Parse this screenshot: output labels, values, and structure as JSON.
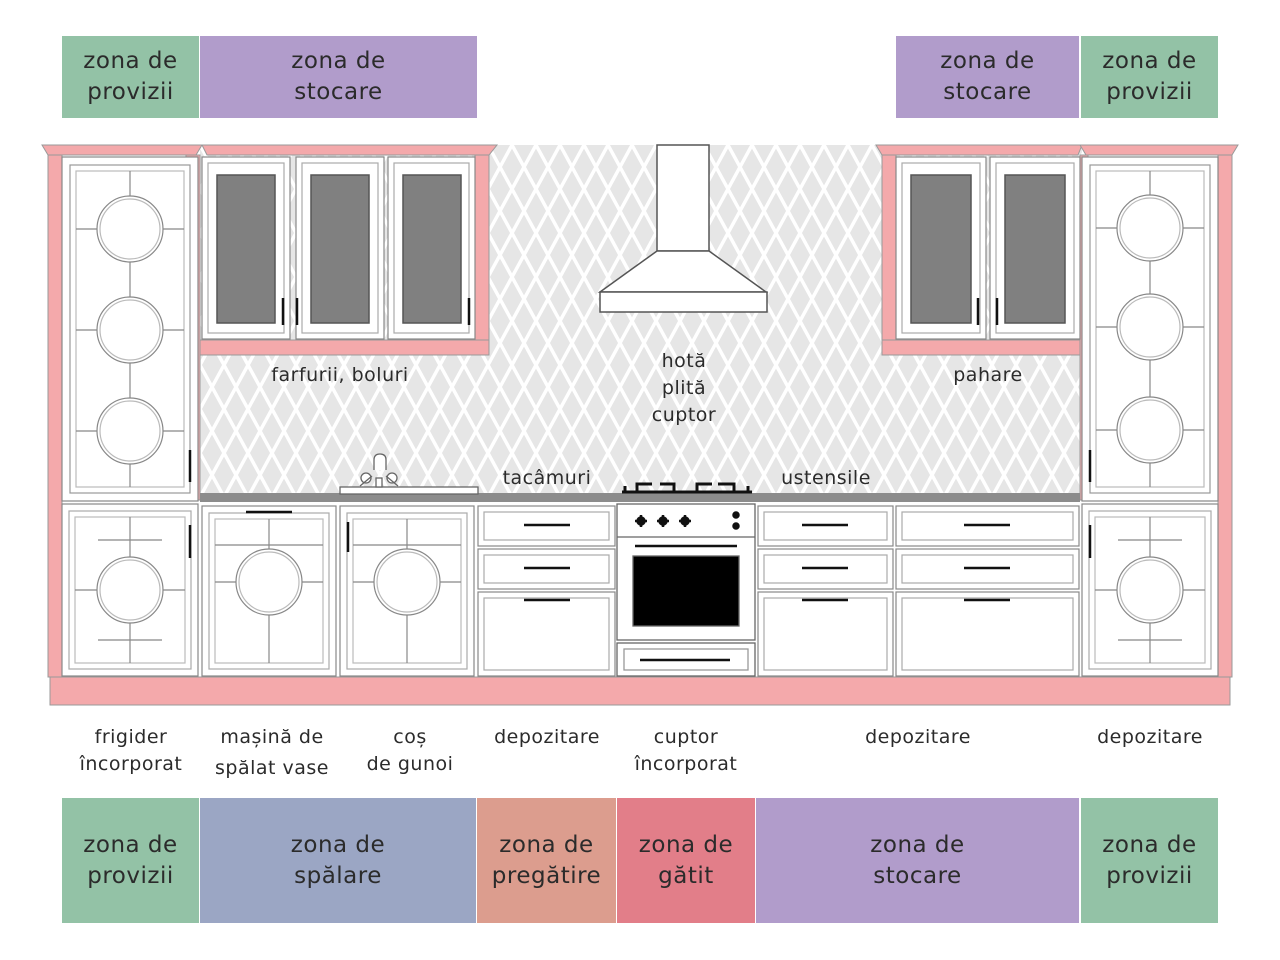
{
  "colors": {
    "provizii": "#93c2a6",
    "stocare": "#b19ccb",
    "spalare": "#9ba6c4",
    "pregatire": "#dc9d8e",
    "gatit": "#e27e89",
    "carcass": "#f4a9ab",
    "door_gray": "#808080",
    "counter": "#8c8c8c"
  },
  "top_zones": [
    {
      "line1": "zona de",
      "line2": "provizii",
      "color": "provizii"
    },
    {
      "line1": "zona de",
      "line2": "stocare",
      "color": "stocare"
    },
    {
      "line1": "zona de",
      "line2": "stocare",
      "color": "stocare"
    },
    {
      "line1": "zona de",
      "line2": "provizii",
      "color": "provizii"
    }
  ],
  "bottom_zones": [
    {
      "line1": "zona de",
      "line2": "provizii",
      "color": "provizii"
    },
    {
      "line1": "zona de",
      "line2": "spălare",
      "color": "spalare"
    },
    {
      "line1": "zona de",
      "line2": "pregătire",
      "color": "pregatire"
    },
    {
      "line1": "zona de",
      "line2": "gătit",
      "color": "gatit"
    },
    {
      "line1": "zona de",
      "line2": "stocare",
      "color": "stocare"
    },
    {
      "line1": "zona de",
      "line2": "provizii",
      "color": "provizii"
    }
  ],
  "upper_labels": {
    "plates": "farfurii, boluri",
    "hood": [
      "hotă",
      "plită",
      "cuptor"
    ],
    "glasses": "pahare",
    "cutlery": "tacâmuri",
    "utensils": "ustensile"
  },
  "bottom_labels": [
    {
      "line1": "frigider",
      "line2": "încorporat"
    },
    {
      "line1": "mașină de",
      "line2": "spălat vase"
    },
    {
      "line1": "coș",
      "line2": "de gunoi"
    },
    {
      "line1": "depozitare",
      "line2": ""
    },
    {
      "line1": "cuptor",
      "line2": "încorporat"
    },
    {
      "line1": "depozitare",
      "line2": ""
    },
    {
      "line1": "depozitare",
      "line2": ""
    }
  ]
}
